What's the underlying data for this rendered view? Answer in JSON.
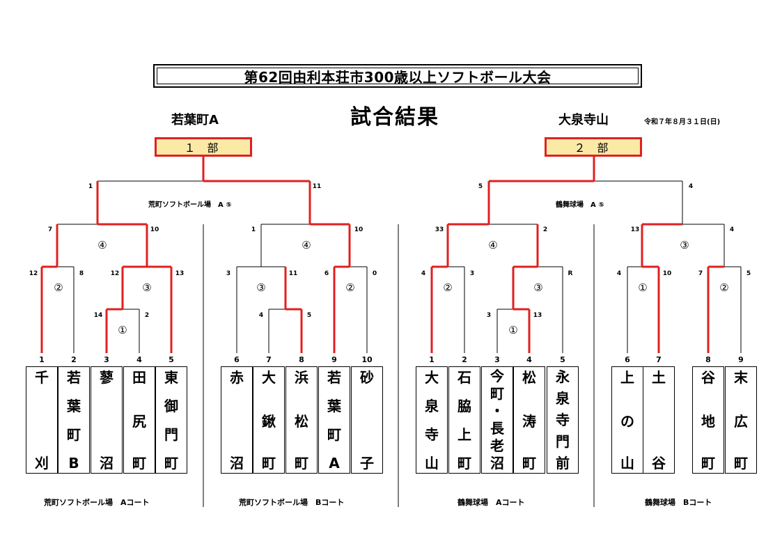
{
  "header": {
    "title": "第62回由利本荘市300歳以上ソフトボール大会",
    "subtitle": "試合結果",
    "champion_div1": "若葉町A",
    "champion_div2": "大泉寺山",
    "date": "令和７年８月３１日(日)"
  },
  "divisions": [
    {
      "label": "１ 部"
    },
    {
      "label": "２ 部"
    }
  ],
  "venues": {
    "final_div1": "荒町ソフトボール場　A ⑤",
    "final_div2": "鶴舞球場　A ⑤",
    "court_a1": "荒町ソフトボール場　Aコート",
    "court_b1": "荒町ソフトボール場　Bコート",
    "court_a2": "鶴舞球場　Aコート",
    "court_b2": "鶴舞球場　Bコート"
  },
  "teams": [
    {
      "num": "1",
      "chars": [
        "千",
        "",
        "",
        "刈"
      ]
    },
    {
      "num": "2",
      "chars": [
        "若",
        "葉",
        "町",
        "B"
      ]
    },
    {
      "num": "3",
      "chars": [
        "蓼",
        "",
        "",
        "沼"
      ]
    },
    {
      "num": "4",
      "chars": [
        "田",
        "",
        "尻",
        "町"
      ]
    },
    {
      "num": "5",
      "chars": [
        "東",
        "御",
        "門",
        "町"
      ]
    },
    {
      "num": "6",
      "chars": [
        "赤",
        "",
        "",
        "沼"
      ]
    },
    {
      "num": "7",
      "chars": [
        "大",
        "",
        "鍬",
        "町"
      ]
    },
    {
      "num": "8",
      "chars": [
        "浜",
        "",
        "松",
        "町"
      ]
    },
    {
      "num": "9",
      "chars": [
        "若",
        "葉",
        "町",
        "A"
      ]
    },
    {
      "num": "10",
      "chars": [
        "砂",
        "",
        "",
        "子"
      ]
    },
    {
      "num": "1",
      "chars": [
        "大",
        "泉",
        "寺",
        "山"
      ]
    },
    {
      "num": "2",
      "chars": [
        "石",
        "脇",
        "上",
        "町"
      ]
    },
    {
      "num": "3",
      "chars": [
        "今",
        "町",
        "・",
        "長",
        "老",
        "沼"
      ]
    },
    {
      "num": "4",
      "chars": [
        "松",
        "",
        "涛",
        "町"
      ]
    },
    {
      "num": "5",
      "chars": [
        "永",
        "泉",
        "寺",
        "門",
        "前"
      ]
    },
    {
      "num": "6",
      "chars": [
        "上",
        "",
        "の",
        "山"
      ]
    },
    {
      "num": "7",
      "chars": [
        "土",
        "",
        "",
        "谷"
      ]
    },
    {
      "num": "8",
      "chars": [
        "谷",
        "",
        "地",
        "町"
      ]
    },
    {
      "num": "9",
      "chars": [
        "末",
        "",
        "広",
        "町"
      ]
    }
  ],
  "scores": [
    "1",
    "11",
    "7",
    "10",
    "1",
    "10",
    "5",
    "4",
    "33",
    "2",
    "13",
    "4",
    "12",
    "8",
    "12",
    "13",
    "14",
    "2",
    "3",
    "11",
    "6",
    "0",
    "4",
    "5",
    "4",
    "3",
    "R",
    "3",
    "13",
    "4",
    "10",
    "7",
    "5"
  ],
  "marks": [
    "④",
    "④",
    "④",
    "③",
    "②",
    "③",
    "①",
    "③",
    "②",
    "②",
    "③",
    "①",
    "①",
    "②"
  ],
  "colors": {
    "win_line": "#e02020",
    "line": "#000000",
    "division_fill": "#fbe9a6"
  }
}
